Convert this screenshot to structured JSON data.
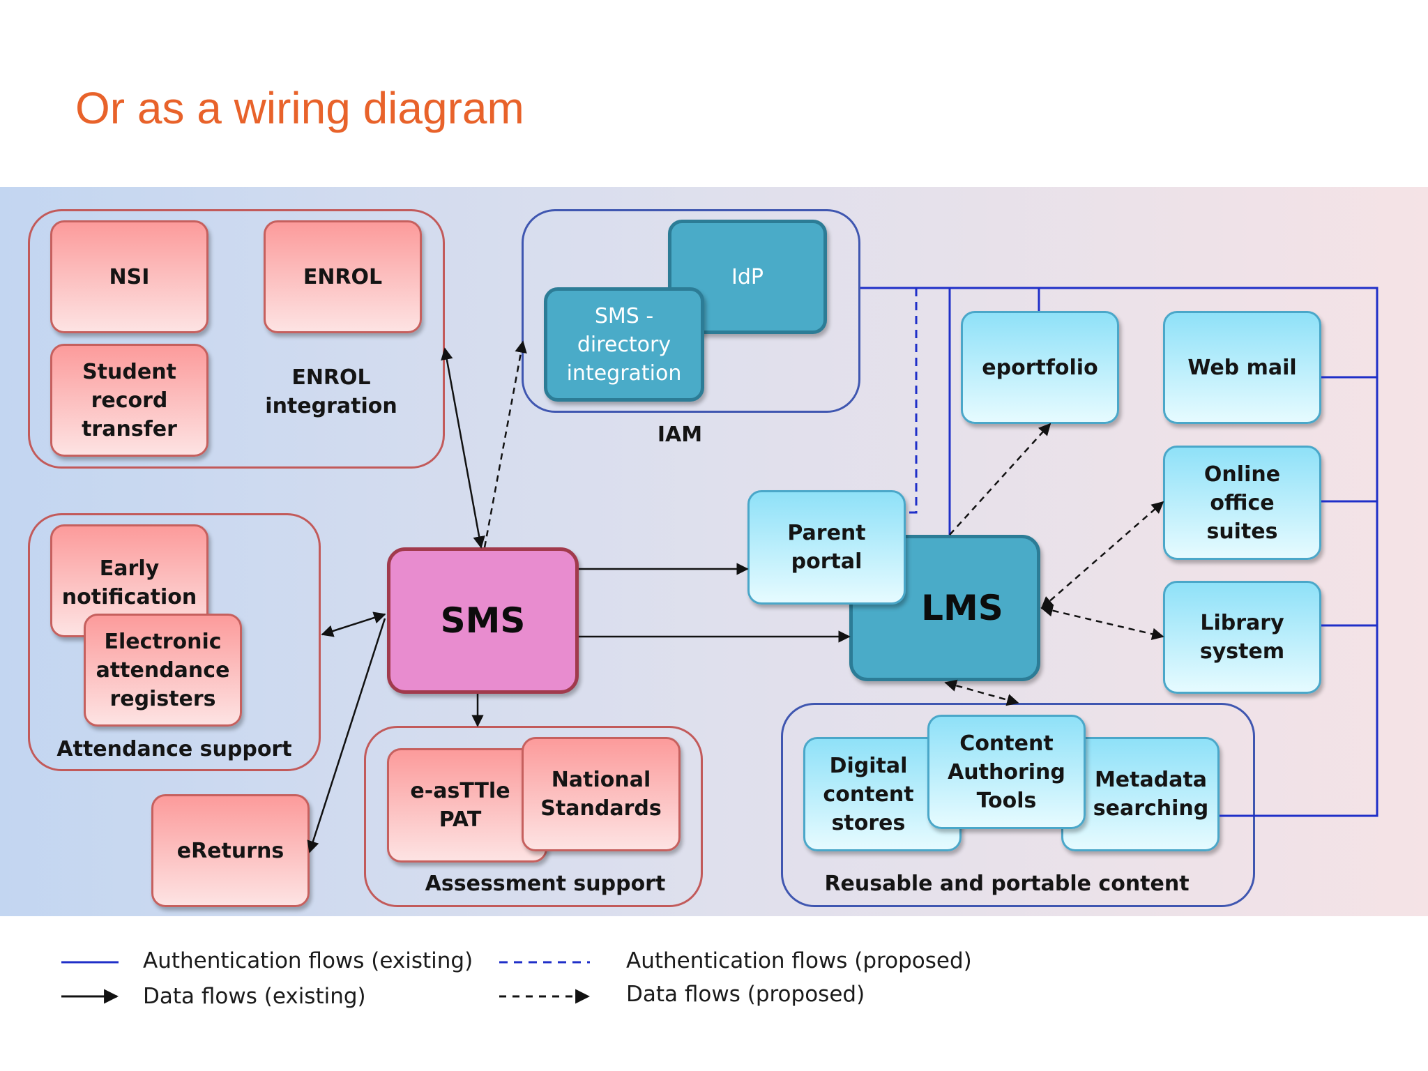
{
  "title": "Or as a wiring diagram",
  "groups": {
    "enrol_integration": "ENROL\nintegration",
    "iam": "IAM",
    "attendance_support": "Attendance support",
    "assessment_support": "Assessment support",
    "reusable_content": "Reusable and portable content"
  },
  "nodes": {
    "nsi": "NSI",
    "enrol": "ENROL",
    "student_record_transfer": "Student\nrecord\ntransfer",
    "idp": "IdP",
    "sms_directory_integration": "SMS -\ndirectory\nintegration",
    "eportfolio": "eportfolio",
    "web_mail": "Web mail",
    "early_notification": "Early\nnotification",
    "electronic_attendance_registers": "Electronic\nattendance\nregisters",
    "sms": "SMS",
    "parent_portal": "Parent\nportal",
    "lms": "LMS",
    "online_office_suites": "Online\noffice\nsuites",
    "library_system": "Library\nsystem",
    "eretums": "eReturns",
    "e_asttle_pat": "e-asTTle\nPAT",
    "national_standards": "National\nStandards",
    "digital_content_stores": "Digital\ncontent\nstores",
    "content_authoring_tools": "Content\nAuthoring\nTools",
    "metadata_searching": "Metadata\nsearching"
  },
  "legend": {
    "auth_existing": "Authentication flows (existing)",
    "auth_proposed": "Authentication flows (proposed)",
    "data_existing": "Data flows (existing)",
    "data_proposed": "Data flows (proposed)"
  },
  "colors": {
    "title": "#e8622a",
    "auth_line": "#1f2fc8",
    "data_line": "#111111"
  }
}
